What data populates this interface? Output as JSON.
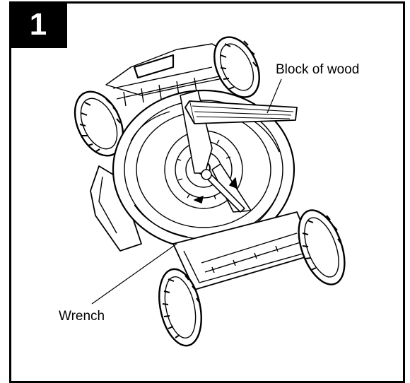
{
  "step": {
    "number": "1"
  },
  "callouts": {
    "block_of_wood": "Block of wood",
    "wrench": "Wrench"
  },
  "colors": {
    "line": "#000000",
    "background": "#ffffff"
  }
}
